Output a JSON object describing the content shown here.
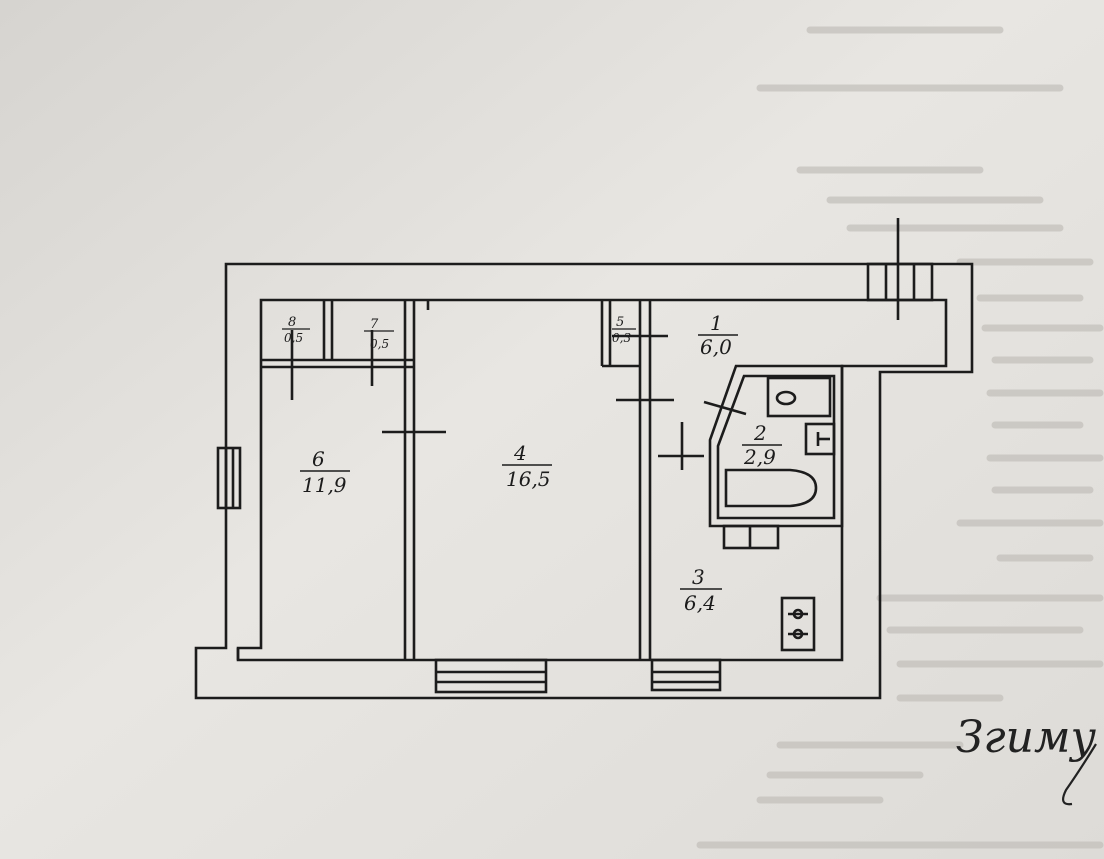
{
  "rooms": [
    {
      "id": "1",
      "area": "6,0"
    },
    {
      "id": "2",
      "area": "2,9"
    },
    {
      "id": "3",
      "area": "6,4"
    },
    {
      "id": "4",
      "area": "16,5"
    },
    {
      "id": "5",
      "area": "0,3"
    },
    {
      "id": "6",
      "area": "11,9"
    },
    {
      "id": "7",
      "area": "0,5"
    },
    {
      "id": "8",
      "area": "0,5"
    }
  ],
  "signature": "Згиму",
  "colors": {
    "paper": "#e6e4e0",
    "ink": "#1c1c1c",
    "faded_text": "#b9b6b1"
  }
}
